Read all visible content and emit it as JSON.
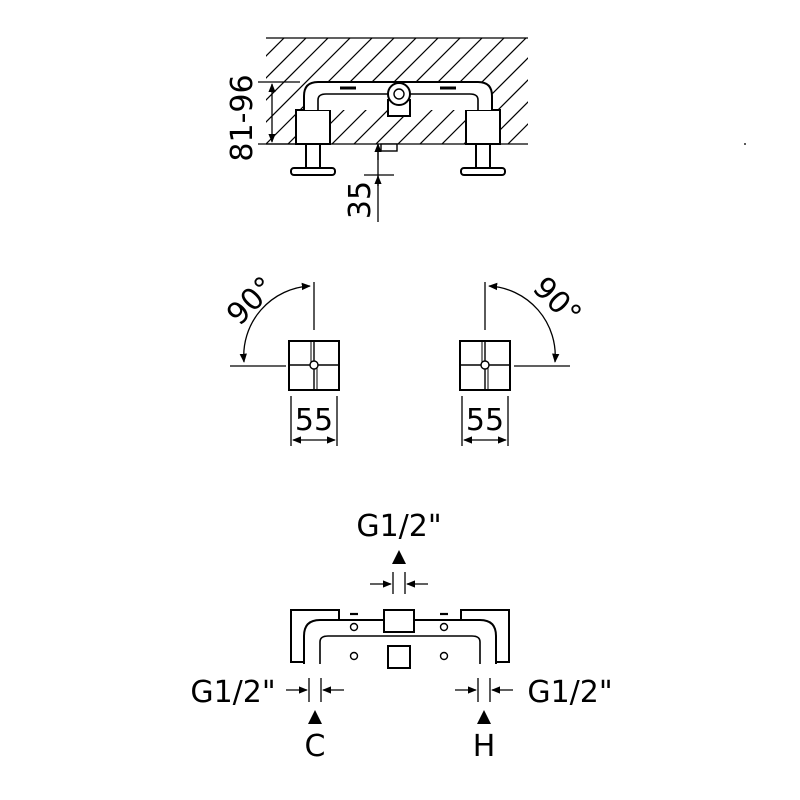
{
  "side_view": {
    "height_range_label": "81-96",
    "offset_label": "35"
  },
  "handle_views": {
    "left_angle_label": "90°",
    "right_angle_label": "90°",
    "left_width_label": "55",
    "right_width_label": "55"
  },
  "connection_view": {
    "top_thread_label": "G1/2\"",
    "left_thread_label": "G1/2\"",
    "right_thread_label": "G1/2\"",
    "cold_label": "C",
    "hot_label": "H"
  },
  "colors": {
    "line": "#000000",
    "background": "#ffffff"
  }
}
